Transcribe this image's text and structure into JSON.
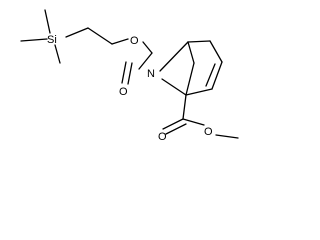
{
  "diagram": {
    "type": "chemical-structure",
    "atom_labels": {
      "silicon": "Si",
      "ester_oxygen_left": "O",
      "carbonyl_oxygen_carbamate": "O",
      "nitrogen": "N",
      "carbonyl_oxygen_ester": "O",
      "ester_oxygen_right": "O"
    }
  }
}
